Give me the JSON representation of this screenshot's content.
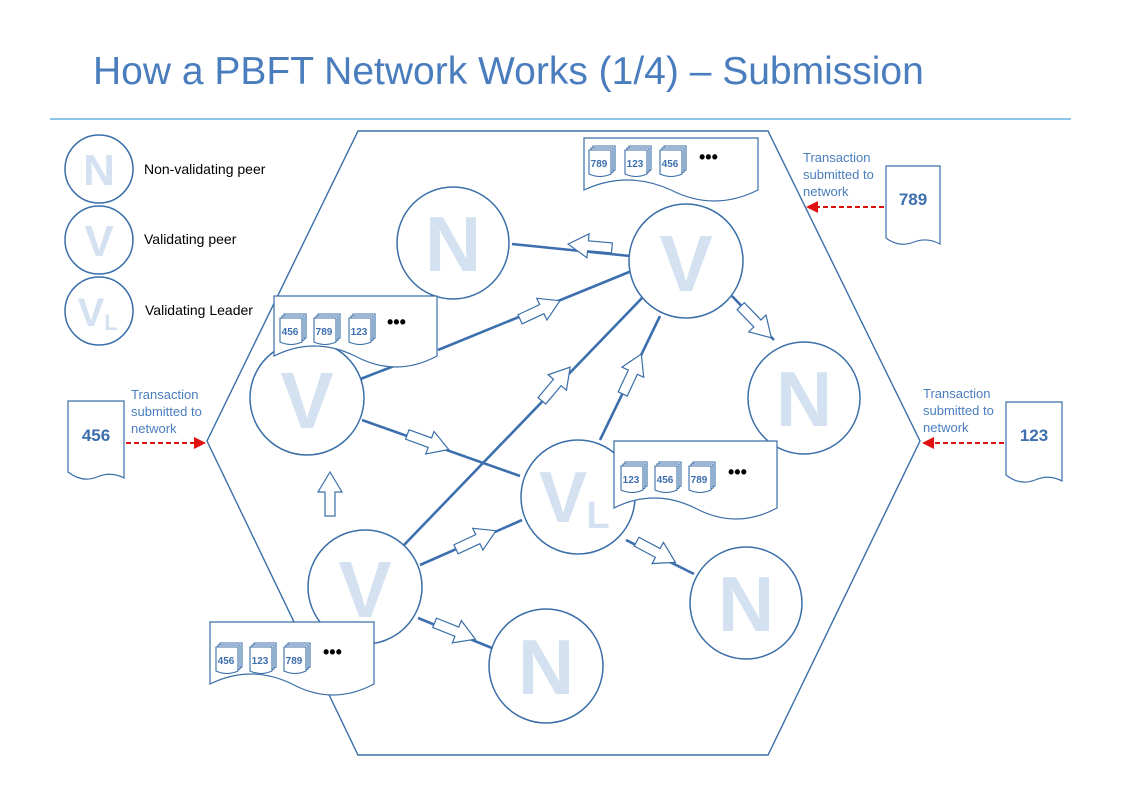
{
  "title": "How a PBFT Network Works (1/4) – Submission",
  "legend": [
    {
      "symbol": "N",
      "label": "Non-validating peer"
    },
    {
      "symbol": "V",
      "label": "Validating peer"
    },
    {
      "symbol": "V",
      "subscript": "L",
      "label": "Validating Leader"
    }
  ],
  "nodes": {
    "n_top": "N",
    "v_top": "V",
    "n_right": "N",
    "v_left": "V",
    "vl_center": "V",
    "vl_center_sub": "L",
    "v_bottom": "V",
    "n_bottom_right": "N",
    "n_bottom": "N"
  },
  "queues": {
    "top": [
      "789",
      "123",
      "456"
    ],
    "left": [
      "456",
      "789",
      "123"
    ],
    "center": [
      "123",
      "456",
      "789"
    ],
    "bottom": [
      "456",
      "123",
      "789"
    ],
    "ellipsis": "•••"
  },
  "submissions": {
    "caption_line1": "Transaction",
    "caption_line2": "submitted to",
    "caption_line3": "network",
    "top_right_tx": "789",
    "left_tx": "456",
    "right_tx": "123"
  },
  "colors": {
    "title": "#4a7dbd",
    "outline": "#3a6ea8",
    "letter_fill": "#d3e1f1",
    "submission_arrow": "#e01010"
  }
}
